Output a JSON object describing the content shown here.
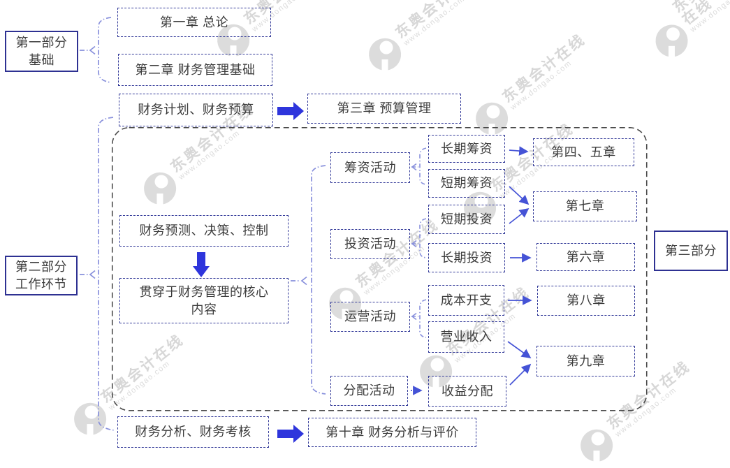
{
  "diagram": {
    "parts": {
      "part1": "第一部分\n基础",
      "part2": "第二部分\n工作环节",
      "part3": "第三部分"
    },
    "nodes": {
      "ch1": "第一章 总论",
      "ch2": "第二章 财务管理基础",
      "plan": "财务计划、财务预算",
      "ch3": "第三章 预算管理",
      "forecast": "财务预测、决策、控制",
      "core": "贯穿于财务管理的核心\n内容",
      "raise": "筹资活动",
      "invest": "投资活动",
      "operate": "运营活动",
      "distribute": "分配活动",
      "long_raise": "长期筹资",
      "short_raise": "短期筹资",
      "short_invest": "短期投资",
      "long_invest": "长期投资",
      "cost": "成本开支",
      "revenue": "营业收入",
      "income_dist": "收益分配",
      "ch45": "第四、五章",
      "ch7": "第七章",
      "ch6": "第六章",
      "ch8": "第八章",
      "ch9": "第九章",
      "analysis": "财务分析、财务考核",
      "ch10": "第十章 财务分析与评价"
    },
    "edges": [
      {
        "from": "part1",
        "to": [
          "ch1",
          "ch2"
        ],
        "style": "dash-dot-brace"
      },
      {
        "from": "part2",
        "to": [
          "plan",
          "container",
          "analysis"
        ],
        "style": "dash-dot-brace"
      },
      {
        "from": "plan",
        "to": "ch3",
        "style": "thick-arrow"
      },
      {
        "from": "forecast",
        "to": "core",
        "style": "thick-arrow"
      },
      {
        "from": "core",
        "to": [
          "raise",
          "invest",
          "operate",
          "distribute"
        ],
        "style": "dash-dot-brace"
      },
      {
        "from": "raise",
        "to": [
          "long_raise",
          "short_raise"
        ],
        "style": "dash-dot-brace"
      },
      {
        "from": "invest",
        "to": [
          "short_invest",
          "long_invest"
        ],
        "style": "dash-dot-brace"
      },
      {
        "from": "operate",
        "to": [
          "cost",
          "revenue"
        ],
        "style": "dash-dot-brace"
      },
      {
        "from": "distribute",
        "to": "income_dist",
        "style": "dotted-arrow"
      },
      {
        "from": "long_raise",
        "to": "ch45",
        "style": "arrow"
      },
      {
        "from": "short_raise",
        "to": "ch7",
        "style": "arrow"
      },
      {
        "from": "short_invest",
        "to": "ch7",
        "style": "arrow"
      },
      {
        "from": "long_invest",
        "to": "ch6",
        "style": "arrow"
      },
      {
        "from": "cost",
        "to": "ch8",
        "style": "arrow"
      },
      {
        "from": "revenue",
        "to": "ch9",
        "style": "arrow"
      },
      {
        "from": "income_dist",
        "to": "ch9",
        "style": "arrow"
      },
      {
        "from": "analysis",
        "to": "ch10",
        "style": "thick-arrow"
      }
    ],
    "colors": {
      "solid_border": "#2e3192",
      "dashed_border": "#333a99",
      "container_border": "#4a4a4a",
      "connector": "#8890dc",
      "arrow_thin": "#4553d6",
      "arrow_thick": "#2e35dc",
      "text": "#3c3c3c",
      "watermark": "#d9d9d9"
    }
  },
  "watermark": {
    "text": "东奥会计在线",
    "url": "www.dongao.com"
  }
}
